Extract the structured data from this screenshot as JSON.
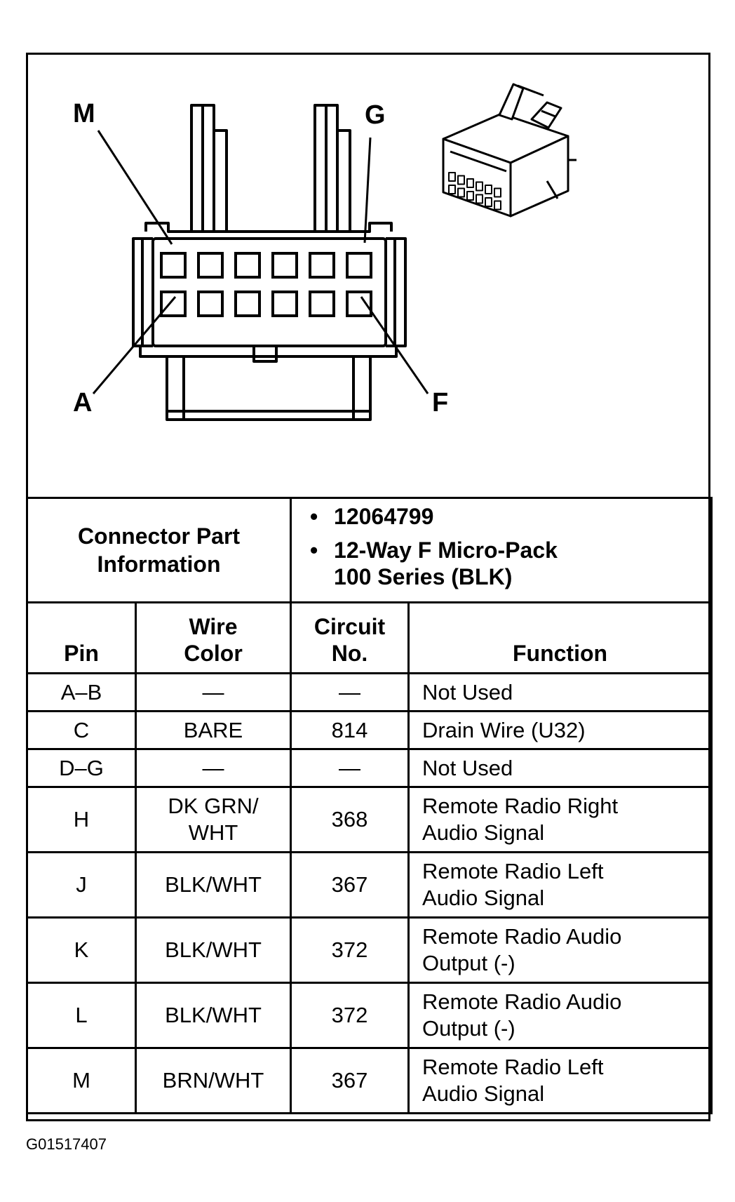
{
  "diagram": {
    "pin_labels": {
      "top_left": "M",
      "top_right": "G",
      "bottom_left": "A",
      "bottom_right": "F"
    }
  },
  "header": {
    "label_line1": "Connector Part",
    "label_line2": "Information",
    "part_number": "12064799",
    "description_line1": "12-Way F Micro-Pack",
    "description_line2": "100 Series (BLK)"
  },
  "columns": {
    "pin": "Pin",
    "wire_color_line1": "Wire",
    "wire_color_line2": "Color",
    "circuit_line1": "Circuit",
    "circuit_line2": "No.",
    "function": "Function"
  },
  "rows": [
    {
      "pin": "A–B",
      "wire1": "—",
      "wire2": "",
      "circuit": "—",
      "func1": "Not Used",
      "func2": ""
    },
    {
      "pin": "C",
      "wire1": "BARE",
      "wire2": "",
      "circuit": "814",
      "func1": "Drain Wire (U32)",
      "func2": ""
    },
    {
      "pin": "D–G",
      "wire1": "—",
      "wire2": "",
      "circuit": "—",
      "func1": "Not Used",
      "func2": ""
    },
    {
      "pin": "H",
      "wire1": "DK GRN/",
      "wire2": "WHT",
      "circuit": "368",
      "func1": "Remote Radio Right",
      "func2": "Audio Signal"
    },
    {
      "pin": "J",
      "wire1": "BLK/WHT",
      "wire2": "",
      "circuit": "367",
      "func1": "Remote Radio Left",
      "func2": "Audio Signal"
    },
    {
      "pin": "K",
      "wire1": "BLK/WHT",
      "wire2": "",
      "circuit": "372",
      "func1": "Remote Radio Audio",
      "func2": "Output (-)"
    },
    {
      "pin": "L",
      "wire1": "BLK/WHT",
      "wire2": "",
      "circuit": "372",
      "func1": "Remote Radio Audio",
      "func2": "Output (-)"
    },
    {
      "pin": "M",
      "wire1": "BRN/WHT",
      "wire2": "",
      "circuit": "367",
      "func1": "Remote Radio Left",
      "func2": "Audio Signal"
    }
  ],
  "footer": {
    "figure_id": "G01517407"
  }
}
